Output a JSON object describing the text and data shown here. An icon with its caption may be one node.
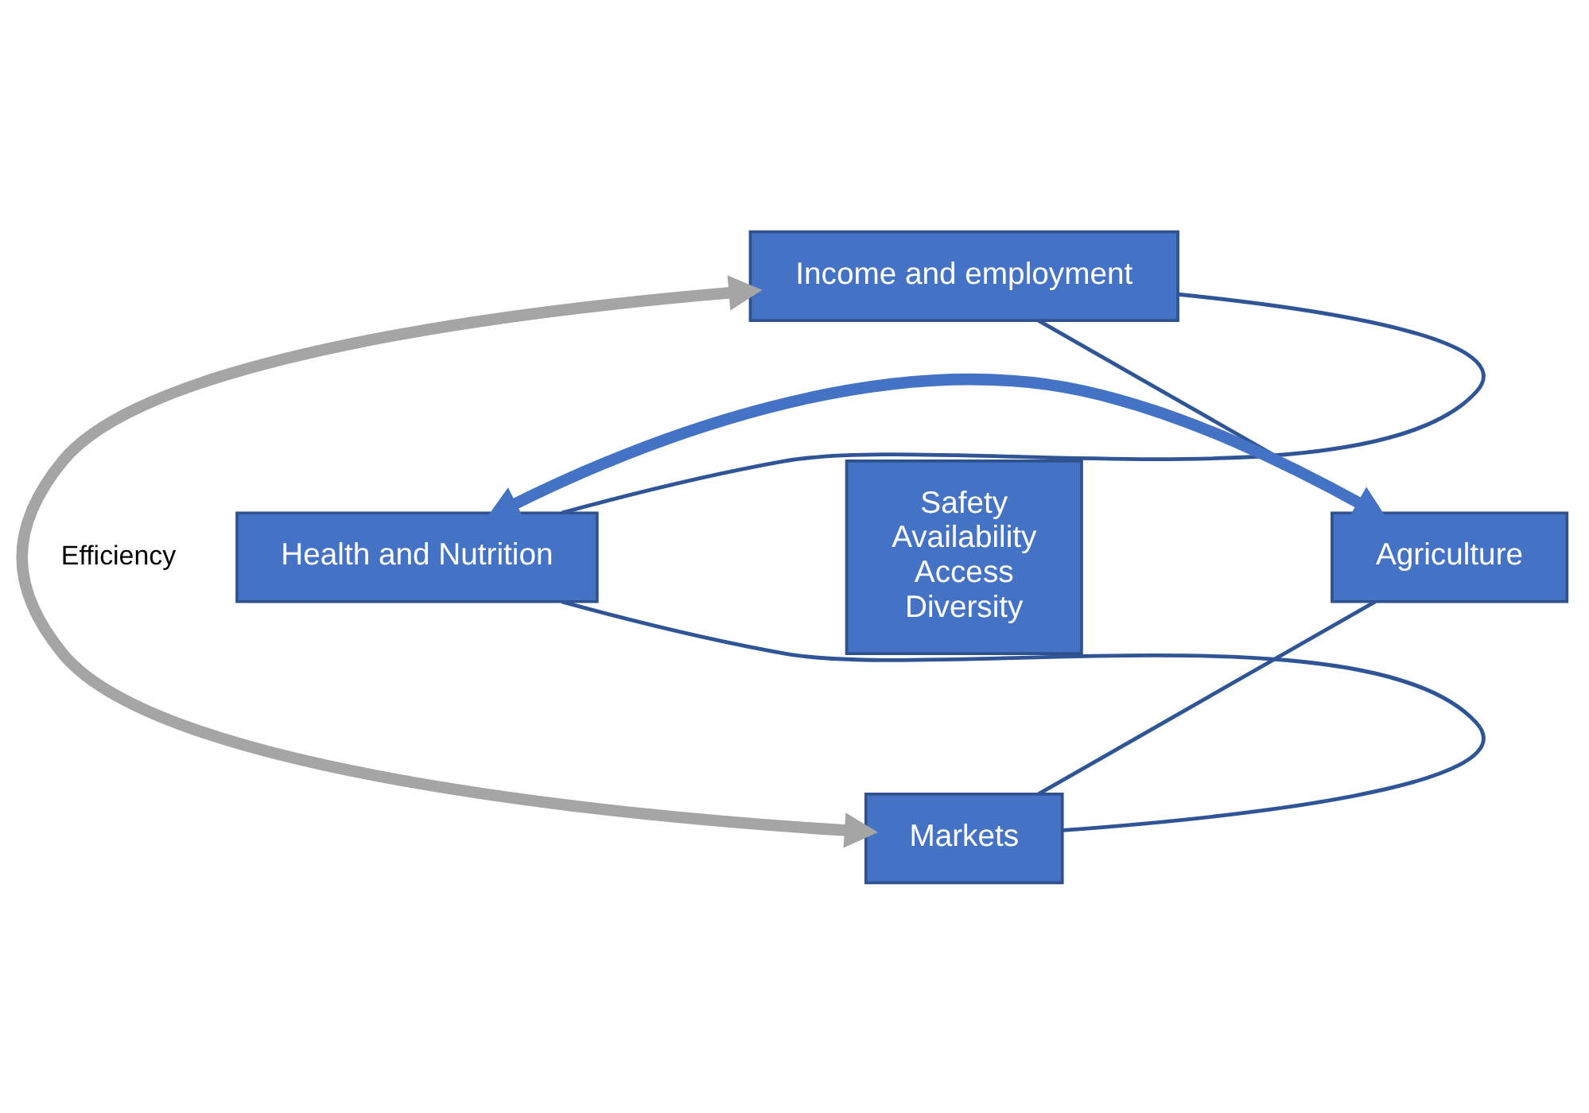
{
  "diagram": {
    "nodes": [
      {
        "text": [
          "Income and employment"
        ]
      },
      {
        "text": [
          "Health and Nutrition"
        ]
      },
      {
        "text": [
          "Safety",
          "Availability",
          "Access",
          "Diversity"
        ]
      },
      {
        "text": [
          "Agriculture"
        ]
      },
      {
        "text": [
          "Markets"
        ]
      }
    ],
    "edges": [
      {
        "from": 0,
        "to": 4,
        "arrow": "both",
        "label": "Efficiency",
        "style": "thick",
        "color": "#a5a5a5"
      },
      {
        "from": 1,
        "to": 3,
        "arrow": "both",
        "style": "thick",
        "color": "#4472c4"
      },
      {
        "from": 0,
        "to": 3,
        "arrow": "none"
      },
      {
        "from": 3,
        "to": 4,
        "arrow": "none"
      },
      {
        "from": 4,
        "to": 1,
        "arrow": "none"
      },
      {
        "from": 1,
        "to": 0,
        "arrow": "none"
      }
    ]
  }
}
